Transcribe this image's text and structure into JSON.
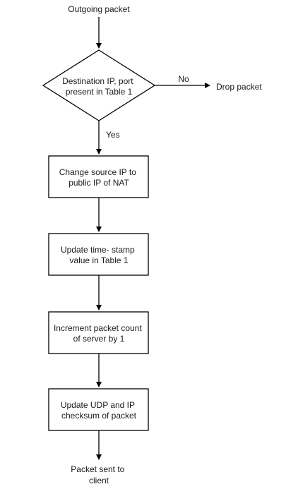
{
  "diagram": {
    "start": {
      "label": "Outgoing packet"
    },
    "decision": {
      "lines": [
        "Destination IP, port",
        "present in Table 1"
      ]
    },
    "branch_no": {
      "edge_label": "No",
      "target_label": "Drop packet"
    },
    "branch_yes": {
      "edge_label": "Yes"
    },
    "steps": [
      {
        "lines": [
          "Change source IP to",
          "public IP of NAT"
        ]
      },
      {
        "lines": [
          "Update time- stamp",
          "value in Table 1"
        ]
      },
      {
        "lines": [
          "Increment packet count",
          "of server by 1"
        ]
      },
      {
        "lines": [
          "Update UDP and IP",
          "checksum of packet"
        ]
      }
    ],
    "end": {
      "lines": [
        "Packet sent to",
        "client"
      ]
    }
  }
}
